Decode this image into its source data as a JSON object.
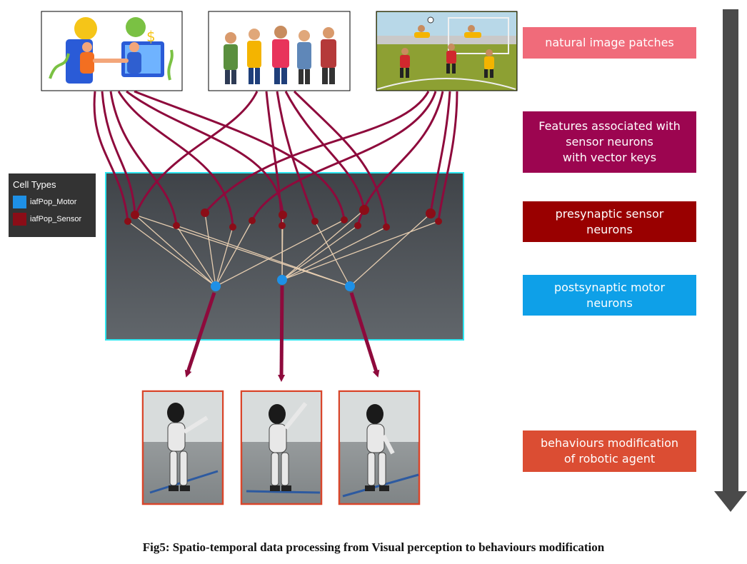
{
  "legend": {
    "title": "Cell Types",
    "items": [
      {
        "label": "iafPop_Motor",
        "color": "#1e90e6"
      },
      {
        "label": "iafPop_Sensor",
        "color": "#8b0d17"
      }
    ]
  },
  "labels": {
    "natural_patches": "natural image patches",
    "features": "Features associated with\nsensor neurons\nwith vector keys",
    "presynaptic": "presynaptic sensor\nneurons",
    "postsynaptic": "postsynaptic motor\nneurons",
    "behaviours": "behaviours  modification\nof robotic agent"
  },
  "colors": {
    "natural_patches": "#f06b7a",
    "features": "#9c0550",
    "presynaptic": "#990000",
    "postsynaptic": "#0ea0e8",
    "behaviours": "#db4d33",
    "connection": "#8e0a3c",
    "arrow": "#4a4a4a"
  },
  "image_patches": [
    {
      "name": "business-handshake-illustration"
    },
    {
      "name": "group-of-people-illustration"
    },
    {
      "name": "soccer-match-illustration"
    }
  ],
  "robots": [
    {
      "name": "robot-pose-1"
    },
    {
      "name": "robot-pose-2"
    },
    {
      "name": "robot-pose-3"
    }
  ],
  "caption": "Fig5: Spatio-temporal data processing  from Visual perception to behaviours modification"
}
